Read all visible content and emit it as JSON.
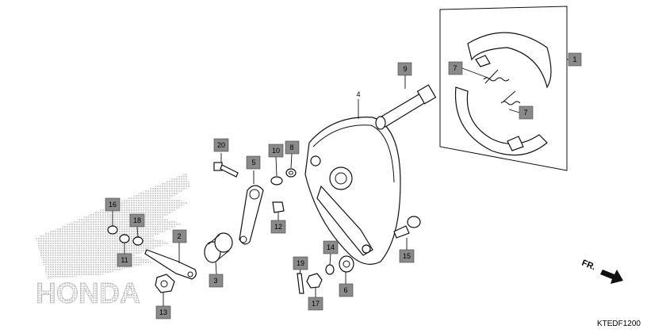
{
  "diagram": {
    "code": "KTEDF1200",
    "direction_marker": "FR.",
    "watermark_brand": "HONDA",
    "callouts": [
      {
        "id": "c1",
        "num": "1"
      },
      {
        "id": "c2",
        "num": "2"
      },
      {
        "id": "c3",
        "num": "3"
      },
      {
        "id": "c4",
        "num": "4"
      },
      {
        "id": "c5",
        "num": "5"
      },
      {
        "id": "c6",
        "num": "6"
      },
      {
        "id": "c7a",
        "num": "7"
      },
      {
        "id": "c7b",
        "num": "7"
      },
      {
        "id": "c8",
        "num": "8"
      },
      {
        "id": "c9",
        "num": "9"
      },
      {
        "id": "c10",
        "num": "10"
      },
      {
        "id": "c11",
        "num": "11"
      },
      {
        "id": "c12",
        "num": "12"
      },
      {
        "id": "c13",
        "num": "13"
      },
      {
        "id": "c14",
        "num": "14"
      },
      {
        "id": "c15",
        "num": "15"
      },
      {
        "id": "c16",
        "num": "16"
      },
      {
        "id": "c17",
        "num": "17"
      },
      {
        "id": "c18",
        "num": "18"
      },
      {
        "id": "c19",
        "num": "19"
      },
      {
        "id": "c20",
        "num": "20"
      }
    ]
  }
}
